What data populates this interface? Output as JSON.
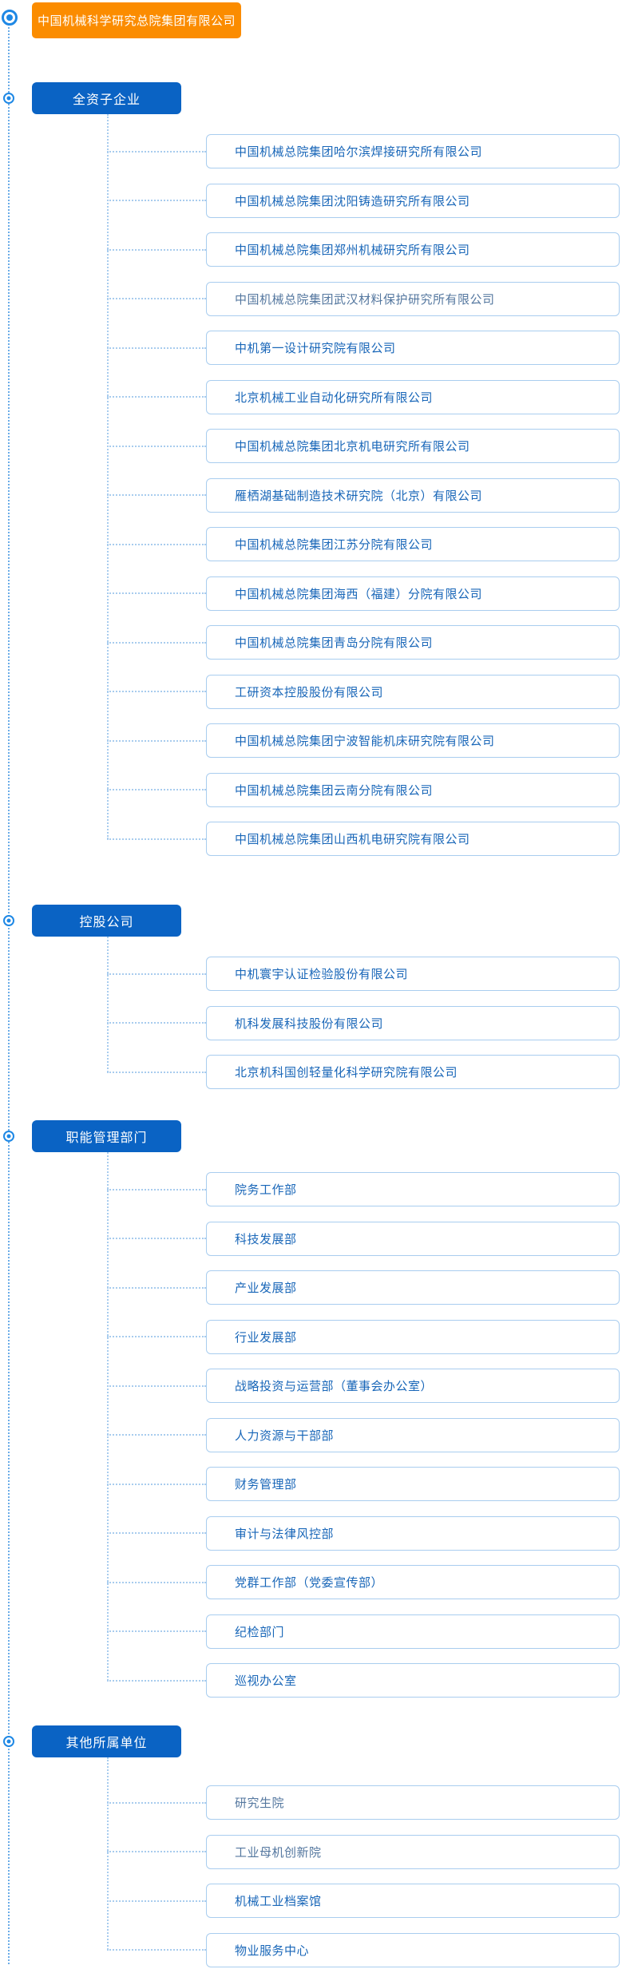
{
  "colors": {
    "root_bg": "#FB8C00",
    "header_bg": "#0A63C4",
    "bullet_blue": "#1E88E5",
    "item_border": "#A9CDEF",
    "item_text": "#1866B8",
    "item_text_visited": "#54779F",
    "rail_dots": "#6AACE8",
    "connector_dots": "#A8CCEE"
  },
  "root": {
    "title": "中国机械科学研究总院集团有限公司"
  },
  "sections": [
    {
      "title": "全资子企业",
      "items": [
        {
          "label": "中国机械总院集团哈尔滨焊接研究所有限公司",
          "muted": false
        },
        {
          "label": "中国机械总院集团沈阳铸造研究所有限公司",
          "muted": false
        },
        {
          "label": "中国机械总院集团郑州机械研究所有限公司",
          "muted": false
        },
        {
          "label": "中国机械总院集团武汉材料保护研究所有限公司",
          "muted": true
        },
        {
          "label": "中机第一设计研究院有限公司",
          "muted": false
        },
        {
          "label": "北京机械工业自动化研究所有限公司",
          "muted": false
        },
        {
          "label": "中国机械总院集团北京机电研究所有限公司",
          "muted": false
        },
        {
          "label": "雁栖湖基础制造技术研究院（北京）有限公司",
          "muted": false
        },
        {
          "label": "中国机械总院集团江苏分院有限公司",
          "muted": false
        },
        {
          "label": "中国机械总院集团海西（福建）分院有限公司",
          "muted": false
        },
        {
          "label": "中国机械总院集团青岛分院有限公司",
          "muted": false
        },
        {
          "label": "工研资本控股股份有限公司",
          "muted": false
        },
        {
          "label": "中国机械总院集团宁波智能机床研究院有限公司",
          "muted": false
        },
        {
          "label": "中国机械总院集团云南分院有限公司",
          "muted": false
        },
        {
          "label": "中国机械总院集团山西机电研究院有限公司",
          "muted": false
        }
      ]
    },
    {
      "title": "控股公司",
      "items": [
        {
          "label": "中机寰宇认证检验股份有限公司",
          "muted": false
        },
        {
          "label": "机科发展科技股份有限公司",
          "muted": false
        },
        {
          "label": "北京机科国创轻量化科学研究院有限公司",
          "muted": false
        }
      ]
    },
    {
      "title": "职能管理部门",
      "items": [
        {
          "label": "院务工作部",
          "muted": false
        },
        {
          "label": "科技发展部",
          "muted": false
        },
        {
          "label": "产业发展部",
          "muted": false
        },
        {
          "label": "行业发展部",
          "muted": false
        },
        {
          "label": "战略投资与运营部（董事会办公室）",
          "muted": false
        },
        {
          "label": "人力资源与干部部",
          "muted": false
        },
        {
          "label": "财务管理部",
          "muted": false
        },
        {
          "label": "审计与法律风控部",
          "muted": false
        },
        {
          "label": "党群工作部（党委宣传部）",
          "muted": false
        },
        {
          "label": "纪检部门",
          "muted": false
        },
        {
          "label": "巡视办公室",
          "muted": false
        }
      ]
    },
    {
      "title": "其他所属单位",
      "items": [
        {
          "label": "研究生院",
          "muted": true
        },
        {
          "label": "工业母机创新院",
          "muted": true
        },
        {
          "label": "机械工业档案馆",
          "muted": false
        },
        {
          "label": "物业服务中心",
          "muted": false
        }
      ]
    }
  ]
}
